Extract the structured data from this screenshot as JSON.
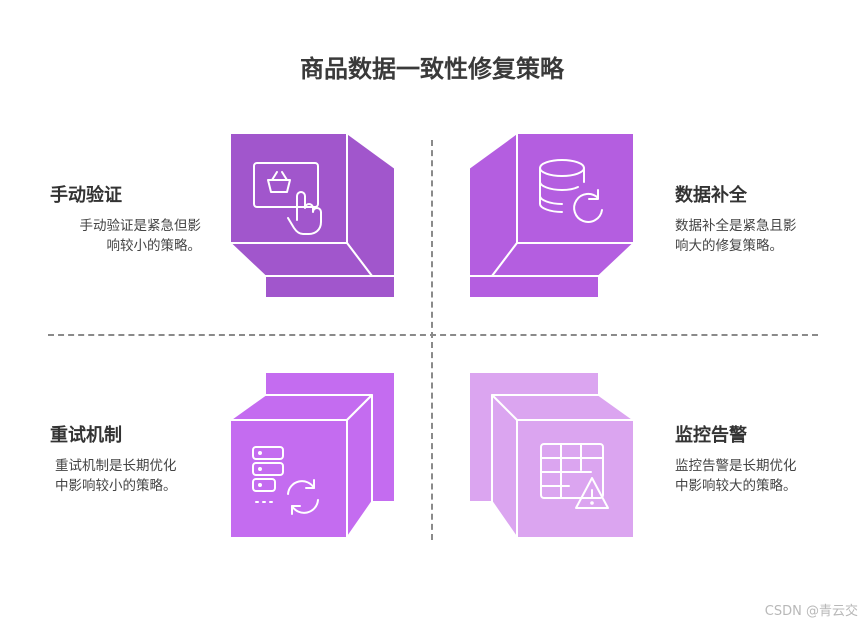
{
  "title": "商品数据一致性修复策略",
  "colors": {
    "tl": "#a156cc",
    "tr": "#b45ee0",
    "bl": "#c46cf0",
    "br": "#dba5f0",
    "divider": "#8a8a8a"
  },
  "quadrants": [
    {
      "id": "tl",
      "title": "手动验证",
      "desc_lines": [
        "手动验证是紧急但影",
        "响较小的策略。"
      ],
      "icon": "touch-screen-basket-icon"
    },
    {
      "id": "tr",
      "title": "数据补全",
      "desc_lines": [
        "数据补全是紧急且影",
        "响大的修复策略。"
      ],
      "icon": "database-refresh-icon"
    },
    {
      "id": "bl",
      "title": "重试机制",
      "desc_lines": [
        "重试机制是长期优化",
        "中影响较小的策略。"
      ],
      "icon": "server-refresh-icon"
    },
    {
      "id": "br",
      "title": "监控告警",
      "desc_lines": [
        "监控告警是长期优化",
        "中影响较大的策略。"
      ],
      "icon": "table-warning-icon"
    }
  ],
  "watermark": "CSDN @青云交"
}
